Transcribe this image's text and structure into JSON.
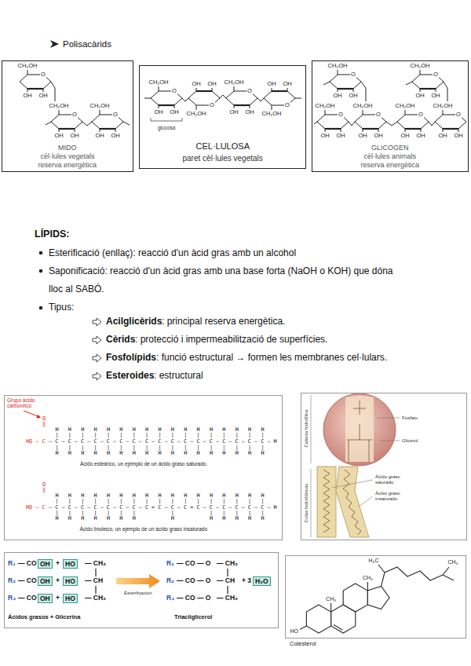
{
  "diagram": {
    "nodes": [
      {
        "text": [
          "CH₂OH",
          "O",
          "OH",
          "OH",
          "CH₂OH",
          "O",
          "OH",
          "OH",
          "CH₂OH",
          "O",
          "OH",
          "OH",
          "MIDO",
          "cèl·lules vegetals",
          "reserva energètica"
        ]
      },
      {
        "text": [
          "CH₂OH",
          "O",
          "OH",
          "OH",
          "CH₂OH",
          "O",
          "OH",
          "OH",
          "CH₂OH",
          "O",
          "OH",
          "OH",
          "CH₂OH",
          "O",
          "OH",
          "OH",
          "glucosa",
          "CEL·LULOSA",
          "paret cèl·lules vegetals"
        ]
      },
      {
        "text": [
          "CH₂OH",
          "O",
          "OH",
          "OH",
          "CH₂OH",
          "O",
          "OH",
          "OH",
          "CH₂OH",
          "O",
          "OH",
          "OH",
          "CH₂OH",
          "O",
          "OH",
          "OH",
          "CH₂OH",
          "O",
          "OH",
          "OH",
          "CH₂OH",
          "O",
          "OH",
          "OH",
          "GLICOGEN",
          "cèl·lules animals",
          "reserva energètica"
        ]
      },
      {
        "text": [
          "Grupo ácido carboxílico",
          "O",
          "‖",
          "H   H   H   H   H   H   H   H   H   H   H   H   H   H   H   H   H",
          "|   |   |   |   |   |   |   |   |   |   |   |   |   |   |   |   |",
          "HO — C",
          "— C — C — C — C — C — C — C — C — C — C — C — C — C — C — C — C — C — H",
          "|   |   |   |   |   |   |   |   |   |   |   |   |   |   |   |   |",
          "H   H   H   H   H   H   H   H   H   H   H   H   H   H   H   H   H",
          "Ácido esteárico, un ejemplo de un ácido graso saturado.",
          "O",
          "‖",
          "H   H   H   H   H   H   H   H   H   H   H   H   H   H   H   H   H",
          "|   |   |   |   |   |   |   |   |   |   |   |   |   |   |   |   |",
          "HO — C",
          "— C — C — C — C — C — C — C — C = C — C — C = C — C — C — C — C — C — H",
          "|   |   |   |   |   |   |           |           |   |   |   |   |",
          "H   H   H   H   H   H   H           H           H   H   H   H   H",
          "Ácido linoleico, un ejemplo de un ácido graso insaturado"
        ]
      },
      {
        "text": [
          "Cabeza hidrofílica",
          "Fosfato",
          "Glicerol",
          "Colas hidrofóbicas",
          "Ácido graso saturado",
          "Ácido graso insaturado"
        ]
      },
      {
        "text": [
          "R₁",
          "— CO",
          "OH",
          "+",
          "HO",
          "— CH₂",
          "R₂",
          "— CO",
          "OH",
          "+",
          "HO",
          "— CH",
          "R₃",
          "— CO",
          "OH",
          "+",
          "HO",
          "— CH₂",
          "Esterificación",
          "R₁",
          "— CO — O",
          "— CH₂",
          "R₂",
          "— CO — O",
          "— CH",
          "+ 3",
          "H₂O",
          "R₃",
          "— CO — O",
          "— CH₂",
          "Ácidos grasos + Glicerina",
          "Triacilglicerol"
        ]
      },
      {
        "text": [
          "H₃C",
          "CH₃",
          "CH₃",
          "CH₃",
          "HO",
          "Colesterol"
        ]
      }
    ],
    "labels": [
      "Polisacàrids",
      "LÍPIDS:",
      "Esterificació (enllaç): reacció d'un àcid gras amb un alcohol",
      "Saponificació: reacció d'un àcid gras amb una base forta (NaOH o KOH) que dóna lloc al SABÓ.",
      "Tipus:",
      "Acilglicèrids",
      ": principal reserva energètica.",
      "Cèrids",
      ": protecció i impermeabilització de superfícies.",
      "Fosfolípids",
      ": funció estructural → formen les membranes cel·lulars.",
      "Esteroides",
      ": estructural"
    ]
  }
}
